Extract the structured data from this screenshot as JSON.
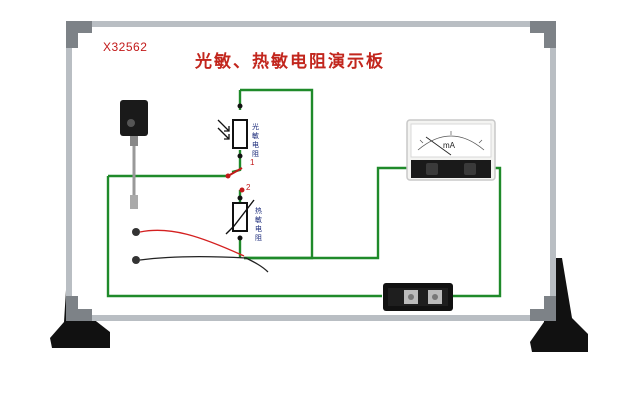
{
  "board": {
    "code": "X32562",
    "title": "光敏、热敏电阻演示板"
  },
  "photoresistor": {
    "label": "光敏电阻",
    "switch_terminal": "1"
  },
  "thermistor": {
    "label": "热敏电阻",
    "switch_terminal": "2"
  },
  "meter": {
    "unit": "mA"
  },
  "colors": {
    "board_frame": "#b9bec3",
    "corner": "#8a8f94",
    "wire_green": "#1f8a2a",
    "title_red": "#c2261d",
    "stand": "#111111"
  }
}
